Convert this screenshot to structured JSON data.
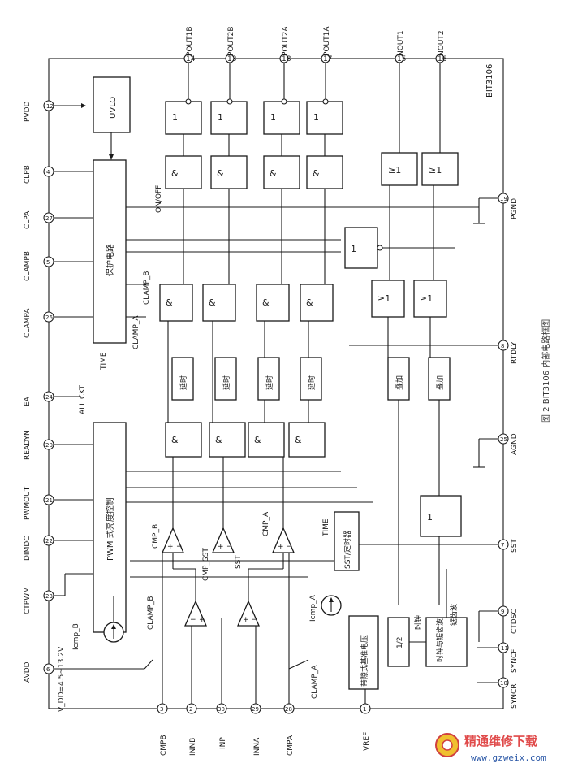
{
  "chip": "BIT3106",
  "caption": "图 2 BIT3106 内部电路框图",
  "top_pins": [
    {
      "num": "14",
      "name": "POUT1B"
    },
    {
      "num": "13",
      "name": "POUT2B"
    },
    {
      "num": "18",
      "name": "POUT2A"
    },
    {
      "num": "17",
      "name": "POUT1A"
    },
    {
      "num": "15",
      "name": "NOUT1"
    },
    {
      "num": "16",
      "name": "NOUT2"
    }
  ],
  "left_pins": [
    {
      "num": "12",
      "name": "PVDD"
    },
    {
      "num": "4",
      "name": "CLPB"
    },
    {
      "num": "27",
      "name": "CLPA"
    },
    {
      "num": "5",
      "name": "CLAMPB"
    },
    {
      "num": "26",
      "name": "CLAMPA"
    },
    {
      "num": "24",
      "name": "EA"
    },
    {
      "num": "20",
      "name": "READYN"
    },
    {
      "num": "21",
      "name": "PWMOUT"
    },
    {
      "num": "22",
      "name": "DIMDC"
    },
    {
      "num": "23",
      "name": "CTPWM"
    },
    {
      "num": "6",
      "name": "AVDD"
    }
  ],
  "bottom_pins": [
    {
      "num": "3",
      "name": "CMPB"
    },
    {
      "num": "2",
      "name": "INNB"
    },
    {
      "num": "30",
      "name": "INP"
    },
    {
      "num": "29",
      "name": "INNA"
    },
    {
      "num": "28",
      "name": "CMPA"
    },
    {
      "num": "1",
      "name": "VREF"
    }
  ],
  "right_pins": [
    {
      "num": "19",
      "name": "PGND"
    },
    {
      "num": "8",
      "name": "RTDLY"
    },
    {
      "num": "25",
      "name": "AGND"
    },
    {
      "num": "7",
      "name": "SST"
    },
    {
      "num": "9",
      "name": "CTDSC"
    },
    {
      "num": "11",
      "name": "SYNCF"
    },
    {
      "num": "10",
      "name": "SYNCR"
    }
  ],
  "blocks": {
    "uvlo": "UVLO",
    "protection": "保护电路",
    "pwm_dimming": "PWM 式亮度控制",
    "bandgap": "带隙式基准电压",
    "divider": "1/2",
    "clock_sawtooth": "时钟与锯齿波",
    "sst_timer": "SST/定时器"
  },
  "gates": {
    "inv": "1",
    "and": "&",
    "or": "≥1",
    "delay": "延时",
    "add": "叠加"
  },
  "signals": {
    "on_off": "ON/OFF",
    "clamp_b": "CLAMP_B",
    "clamp_a": "CLAMP_A",
    "time": "TIME",
    "all_ckt": "ALL CKT",
    "cmp_b": "CMP_B",
    "cmp_sst": "CMP_SST",
    "cmp_a": "CMP_A",
    "sst": "SST",
    "icmp_b": "Icmp_B",
    "icmp_a": "Icmp_A",
    "vdd_range": "V_DD=4.5~13.2V",
    "clock": "时钟",
    "sawtooth": "锯齿波"
  },
  "watermark": {
    "title": "精通维修下载",
    "url": "www.gzweix.com"
  }
}
